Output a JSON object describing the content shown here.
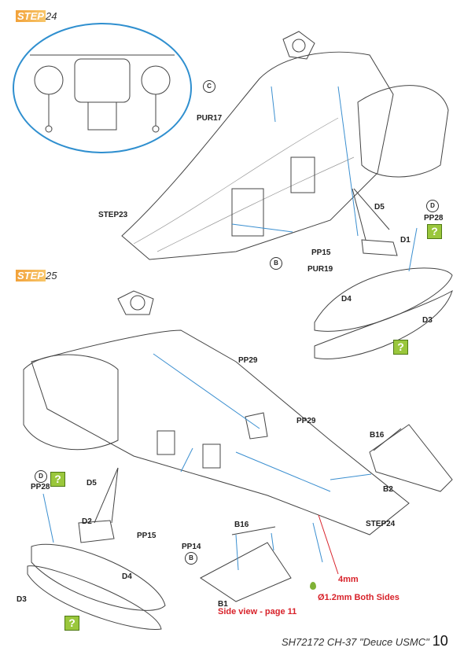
{
  "steps": {
    "step24": {
      "prefix": "STEP",
      "number": "24"
    },
    "step25": {
      "prefix": "STEP",
      "number": "25"
    }
  },
  "labels": {
    "pur17": "PUR17",
    "step23": "STEP23",
    "d5_top": "D5",
    "pp28_top": "PP28",
    "d1": "D1",
    "pp15_top": "PP15",
    "pur19": "PUR19",
    "d4_top": "D4",
    "d3_top": "D3",
    "pp29_a": "PP29",
    "pp29_b": "PP29",
    "b16_right": "B16",
    "b2": "B2",
    "d5_bottom": "D5",
    "pp28_bottom": "PP28",
    "d2": "D2",
    "pp15_bottom": "PP15",
    "pp14": "PP14",
    "step24_ref": "STEP24",
    "b16_bottom": "B16",
    "d4_bottom": "D4",
    "d3_bottom": "D3",
    "b1": "B1"
  },
  "badges": {
    "c": "C",
    "b_top": "B",
    "d_top": "D",
    "d_bottom": "D",
    "b_bottom": "B"
  },
  "notes": {
    "dim_4mm": "4mm",
    "drill": "Ø1.2mm Both Sides",
    "side_view": "Side view - page 11"
  },
  "question_mark": "?",
  "footer": {
    "title": "SH72172 CH-37 \"Deuce USMC\"",
    "page": "10"
  },
  "colors": {
    "step_highlight": "#f2a23a",
    "callout_red": "#d8222a",
    "leader_blue": "#3b8fd0",
    "paint_green": "#9ac73c"
  }
}
